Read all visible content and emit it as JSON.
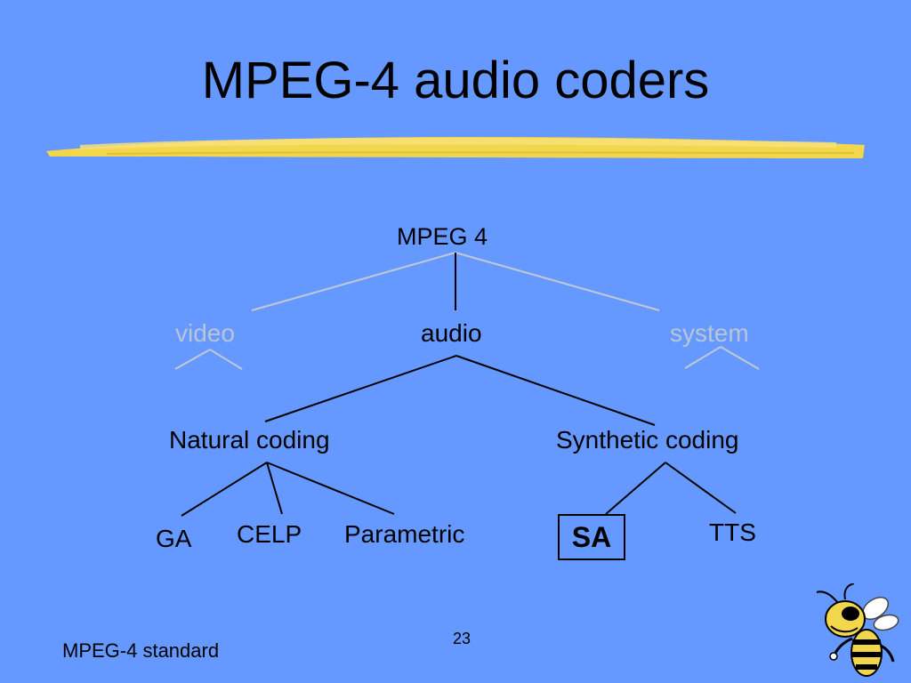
{
  "slide": {
    "title": "MPEG-4 audio coders",
    "footer": "MPEG-4 standard",
    "page_number": "23",
    "accent_color": "#f2d64b",
    "background_color": "#6699ff"
  },
  "tree": {
    "root": "MPEG 4",
    "level1": {
      "video": "video",
      "audio": "audio",
      "system": "system"
    },
    "level2": {
      "natural": "Natural coding",
      "synthetic": "Synthetic coding"
    },
    "level3": {
      "ga": "GA",
      "celp": "CELP",
      "parametric": "Parametric",
      "sa": "SA",
      "tts": "TTS"
    }
  },
  "icons": {
    "mascot": "bee-mascot-icon"
  }
}
